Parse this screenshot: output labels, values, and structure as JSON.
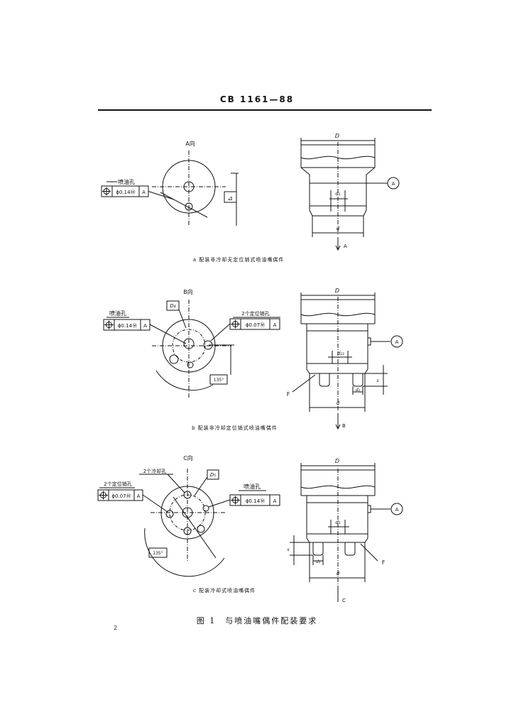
{
  "header": {
    "standard_code": "CB 1161—88"
  },
  "figure_a": {
    "view_label": "A向",
    "hole_label": "喷油孔",
    "fcf_value": "ϕ0.14Ⓜ",
    "datum": "A",
    "side_symbol": "⊿",
    "dim_D": "D",
    "dim_d": "d",
    "dim_d1": "d₁",
    "datum_ref": "A",
    "arrow_label": "A",
    "caption": "a 配装非冷却无定位销式喷油嘴偶件"
  },
  "figure_b": {
    "view_label": "B向",
    "hole_label": "喷油孔",
    "fcf_value": "ϕ0.14Ⓜ",
    "datum": "A",
    "pin_label": "2个定位销孔",
    "pin_fcf_value": "ϕ0.07Ⓜ",
    "pin_datum": "A",
    "box_D4": "D₄",
    "angle": "135°",
    "dim_D": "D",
    "dim_d": "d",
    "dim_d11": "d₁₁",
    "dim_d2": "d₂",
    "dim_s": "s",
    "label_F": "F",
    "datum_ref": "A",
    "arrow_label": "B",
    "caption": "b 配装非冷却定位销式喷油嘴偶件"
  },
  "figure_c": {
    "view_label": "C向",
    "cooling_label": "2个冷却孔",
    "box_D": "D₅",
    "pin_label": "2个定位销孔",
    "pin_fcf_value": "ϕ0.07Ⓜ",
    "pin_datum": "A",
    "hole_label": "喷油孔",
    "fcf_value": "ϕ0.14Ⓜ",
    "datum": "A",
    "angle": "135°",
    "dim_D": "D",
    "dim_d": "d",
    "dim_d1": "d₁",
    "dim_d2": "d₂",
    "dim_s": "s",
    "label_F": "F",
    "datum_ref": "A",
    "arrow_label": "C",
    "caption": "c 配装冷却式喷油嘴偶件"
  },
  "figure_title": "图 1　与喷油嘴偶件配装要求",
  "page_number": "2"
}
